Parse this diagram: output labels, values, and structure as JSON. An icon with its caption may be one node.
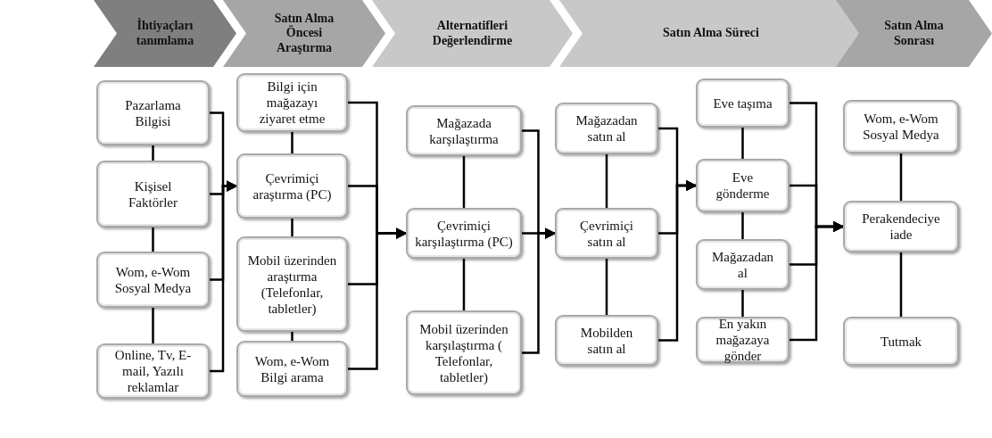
{
  "diagram": {
    "nodes": [
      {
        "text": [
          "İhtiyaçları tanımlama"
        ]
      },
      {
        "text": [
          "Satın Alma Öncesi Araştırma"
        ]
      },
      {
        "text": [
          "Alternatifleri Değerlendirme"
        ]
      },
      {
        "text": [
          "Satın Alma Süreci"
        ]
      },
      {
        "text": [
          "Satın Alma Sonrası"
        ]
      },
      {
        "text": [
          "Pazarlama Bilgisi"
        ]
      },
      {
        "text": [
          "Kişisel Faktörler"
        ]
      },
      {
        "text": [
          "Wom, e-Wom Sosyal Medya"
        ]
      },
      {
        "text": [
          "Online, Tv, E-mail, Yazılı reklamlar"
        ]
      },
      {
        "text": [
          "Bilgi için mağazayı ziyaret etme"
        ]
      },
      {
        "text": [
          "Çevrimiçi araştırma (PC)"
        ]
      },
      {
        "text": [
          "Mobil üzerinden araştırma (Telefonlar, tabletler)"
        ]
      },
      {
        "text": [
          "Wom, e-Wom Bilgi arama"
        ]
      },
      {
        "text": [
          "Mağazada karşılaştırma"
        ]
      },
      {
        "text": [
          "Çevrimiçi karşılaştırma (PC)"
        ]
      },
      {
        "text": [
          "Mobil üzerinden karşılaştırma ( Telefonlar, tabletler)"
        ]
      },
      {
        "text": [
          "Mağazadan satın al"
        ]
      },
      {
        "text": [
          "Çevrimiçi satın al"
        ]
      },
      {
        "text": [
          "Mobilden satın al"
        ]
      },
      {
        "text": [
          "Eve taşıma"
        ]
      },
      {
        "text": [
          "Eve gönderme"
        ]
      },
      {
        "text": [
          "Mağazadan al"
        ]
      },
      {
        "text": [
          "En yakın mağazaya gönder"
        ]
      },
      {
        "text": [
          "Wom, e-Wom Sosyal Medya"
        ]
      },
      {
        "text": [
          "Perakendeciye iade"
        ]
      },
      {
        "text": [
          "Tutmak"
        ]
      }
    ],
    "edges": [
      {
        "from": 5,
        "to": 6,
        "arrow": "none"
      },
      {
        "from": 6,
        "to": 7,
        "arrow": "none"
      },
      {
        "from": 7,
        "to": 8,
        "arrow": "none"
      },
      {
        "from": 9,
        "to": 10,
        "arrow": "none"
      },
      {
        "from": 10,
        "to": 11,
        "arrow": "none"
      },
      {
        "from": 11,
        "to": 12,
        "arrow": "none"
      },
      {
        "from": 13,
        "to": 14,
        "arrow": "none"
      },
      {
        "from": 14,
        "to": 15,
        "arrow": "none"
      },
      {
        "from": 16,
        "to": 17,
        "arrow": "none"
      },
      {
        "from": 17,
        "to": 18,
        "arrow": "none"
      },
      {
        "from": 19,
        "to": 20,
        "arrow": "none"
      },
      {
        "from": 20,
        "to": 21,
        "arrow": "none"
      },
      {
        "from": 21,
        "to": 22,
        "arrow": "none"
      },
      {
        "from": 23,
        "to": 24,
        "arrow": "none"
      },
      {
        "from": 24,
        "to": 25,
        "arrow": "none"
      },
      {
        "from": 5,
        "to": 10,
        "arrow": "to"
      },
      {
        "from": 6,
        "to": 10,
        "arrow": "to"
      },
      {
        "from": 7,
        "to": 10,
        "arrow": "to"
      },
      {
        "from": 8,
        "to": 10,
        "arrow": "to"
      },
      {
        "from": 9,
        "to": 14,
        "arrow": "to"
      },
      {
        "from": 10,
        "to": 14,
        "arrow": "to"
      },
      {
        "from": 11,
        "to": 14,
        "arrow": "to"
      },
      {
        "from": 12,
        "to": 14,
        "arrow": "to"
      },
      {
        "from": 13,
        "to": 17,
        "arrow": "to"
      },
      {
        "from": 14,
        "to": 17,
        "arrow": "to"
      },
      {
        "from": 15,
        "to": 17,
        "arrow": "to"
      },
      {
        "from": 16,
        "to": 20,
        "arrow": "to"
      },
      {
        "from": 17,
        "to": 20,
        "arrow": "to"
      },
      {
        "from": 18,
        "to": 20,
        "arrow": "to"
      },
      {
        "from": 19,
        "to": 24,
        "arrow": "to"
      },
      {
        "from": 20,
        "to": 24,
        "arrow": "to"
      },
      {
        "from": 21,
        "to": 24,
        "arrow": "to"
      },
      {
        "from": 22,
        "to": 24,
        "arrow": "to"
      }
    ]
  }
}
